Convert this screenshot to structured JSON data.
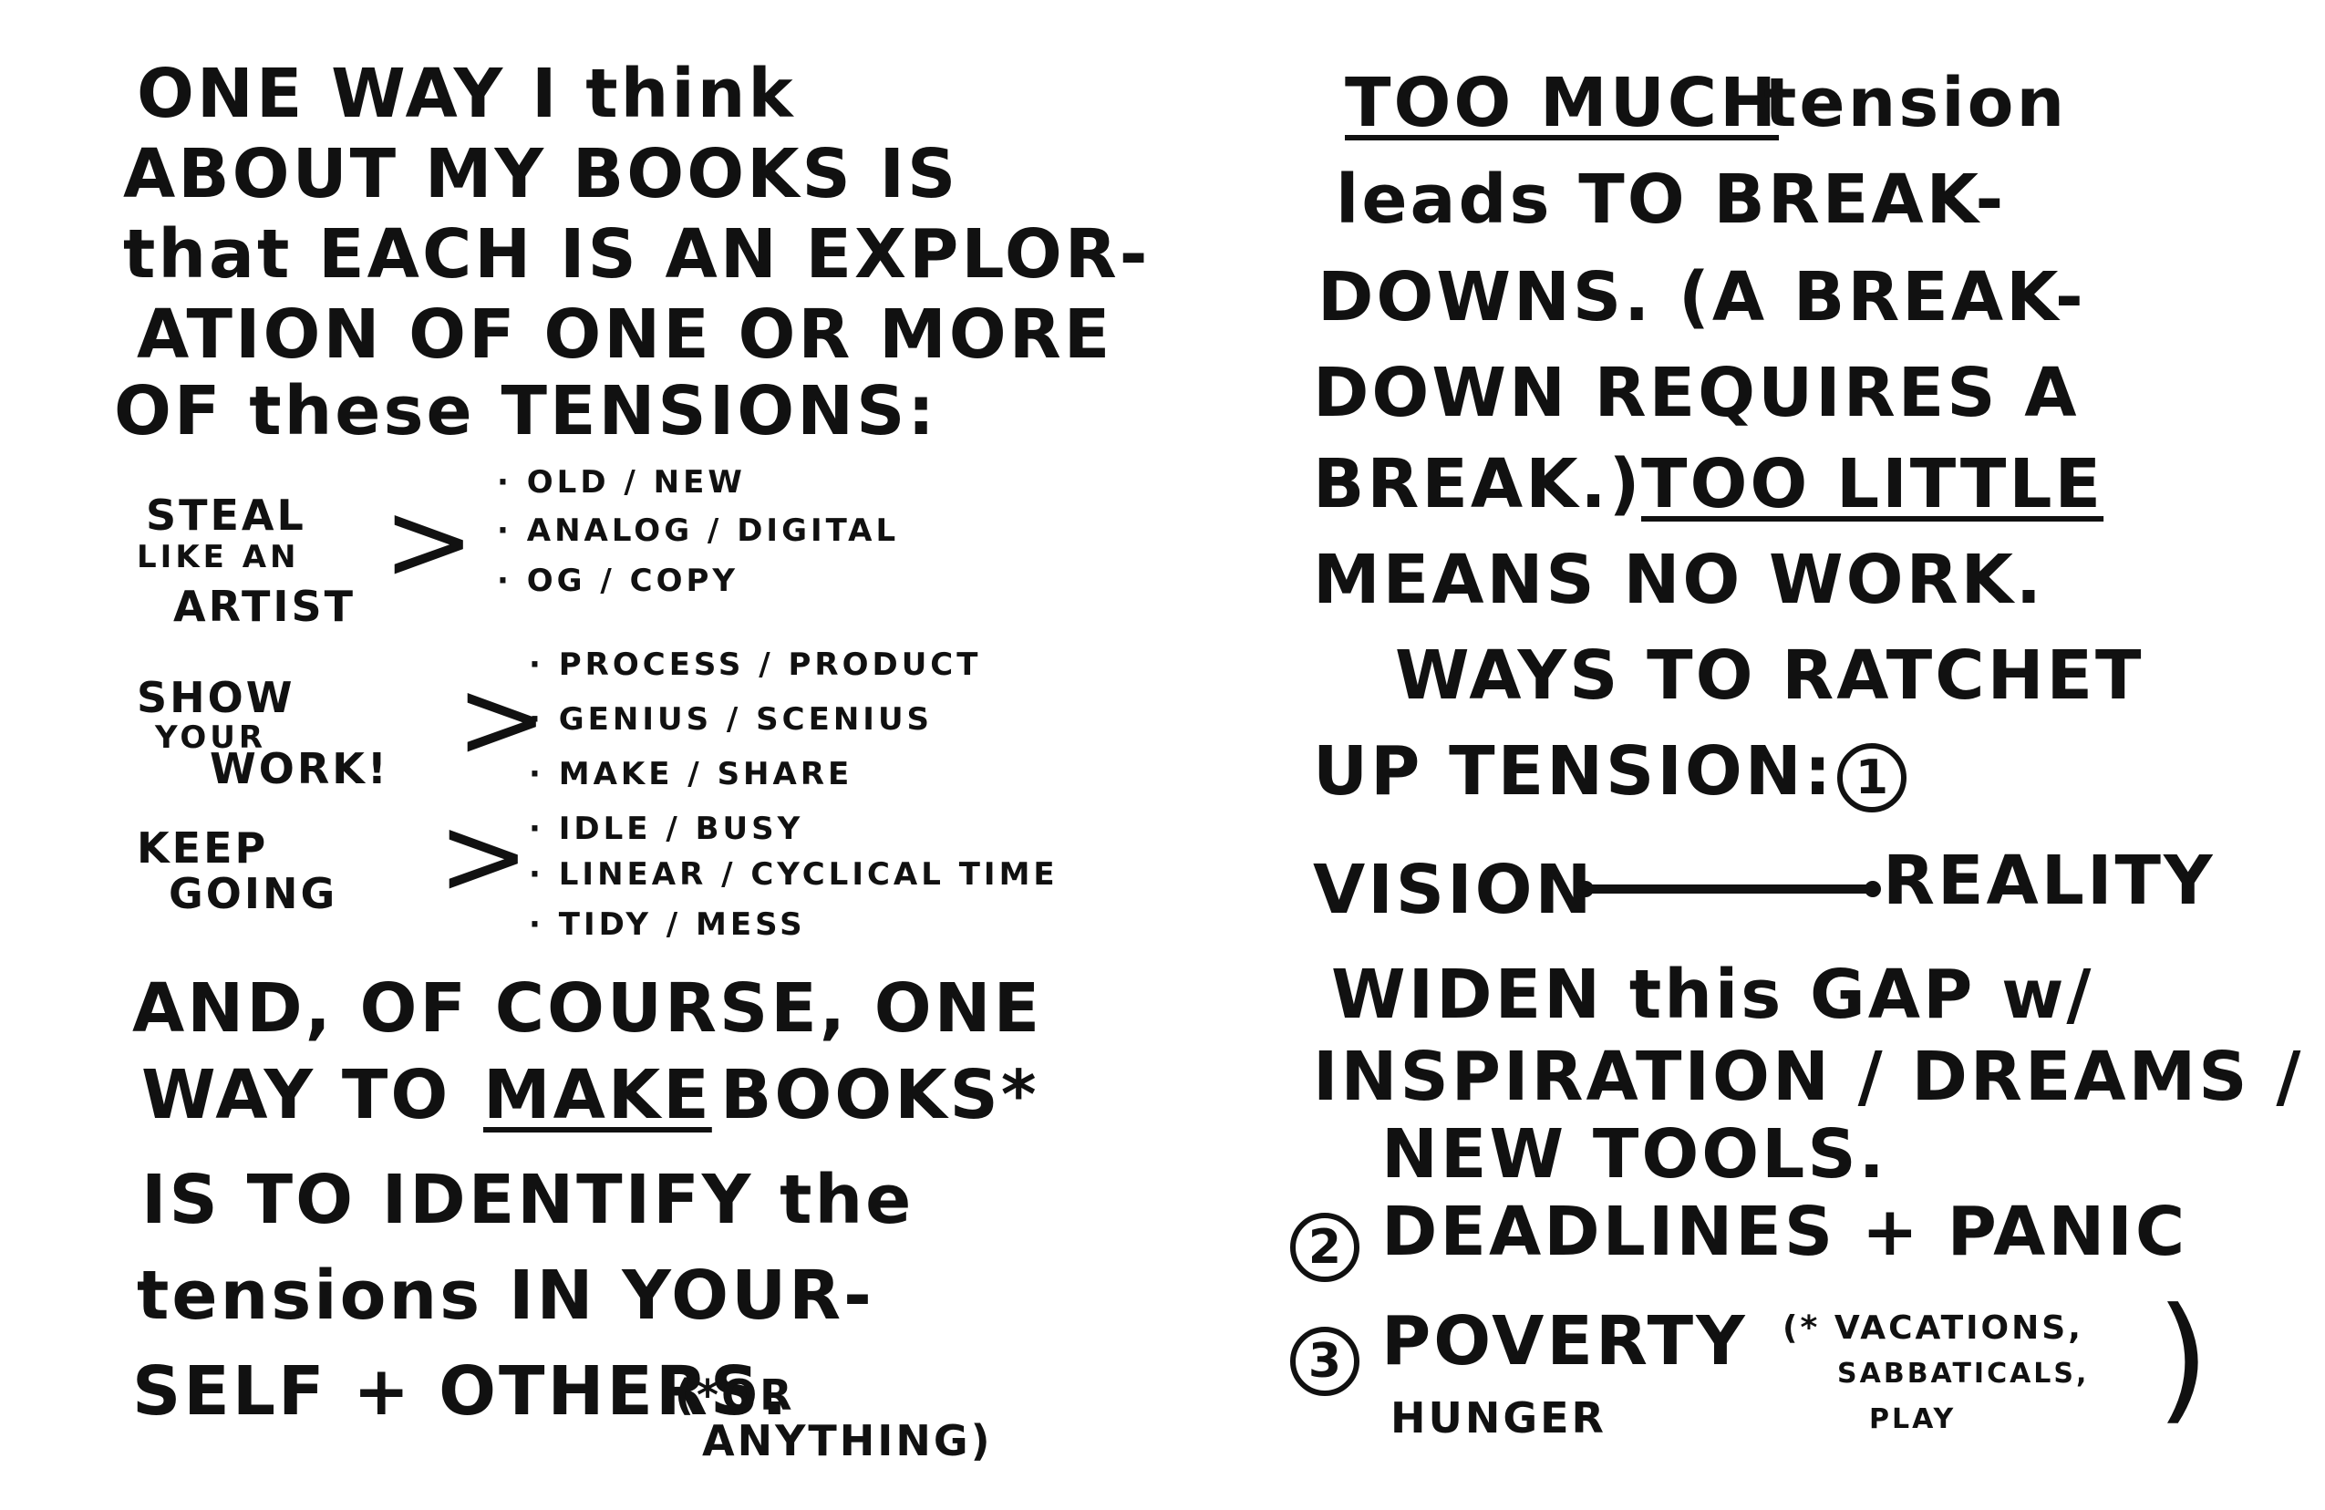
{
  "left_page": {
    "intro": [
      "ONE WAY I think",
      "ABOUT MY BOOKS IS",
      "that EACH IS AN EXPLOR-",
      "ATION OF ONE OR MORE",
      "OF these TENSIONS:"
    ],
    "groups": [
      {
        "book": [
          "STEAL",
          "LIKE AN",
          "ARTIST"
        ],
        "items": [
          "· OLD / NEW",
          "· ANALOG / DIGITAL",
          "· OG / COPY"
        ]
      },
      {
        "book": [
          "SHOW",
          "YOUR",
          "WORK!"
        ],
        "items": [
          "· PROCESS / PRODUCT",
          "· GENIUS / SCENIUS",
          "· MAKE / SHARE"
        ]
      },
      {
        "book": [
          "KEEP",
          "GOING"
        ],
        "items": [
          "· IDLE / BUSY",
          "· LINEAR / CYCLICAL TIME",
          "· TIDY / MESS"
        ]
      }
    ],
    "outro": [
      "AND, OF COURSE, ONE",
      "WAY TO",
      "MAKE",
      "BOOKS*",
      "IS TO IDENTIFY the",
      "tensions IN YOUR-",
      "SELF + OTHERS.",
      "(*OR",
      "ANYTHING)"
    ]
  },
  "right_page": {
    "lines": [
      "TOO MUCH",
      "tension",
      "leads TO BREAK-",
      "DOWNS. (A BREAK-",
      "DOWN REQUIRES A",
      "BREAK.)",
      "TOO LITTLE",
      "MEANS NO WORK.",
      "WAYS TO RATCHET",
      "UP TENSION:"
    ],
    "num1": "1",
    "vision": "VISION",
    "reality": "REALITY",
    "widen": [
      "WIDEN this GAP w/",
      "INSPIRATION / DREAMS /",
      "NEW TOOLS."
    ],
    "num2": "2",
    "deadlines": "DEADLINES + PANIC",
    "num3": "3",
    "poverty": "POVERTY",
    "hunger": "HUNGER",
    "aside": [
      "(* VACATIONS,",
      "SABBATICALS,",
      "PLAY"
    ]
  }
}
